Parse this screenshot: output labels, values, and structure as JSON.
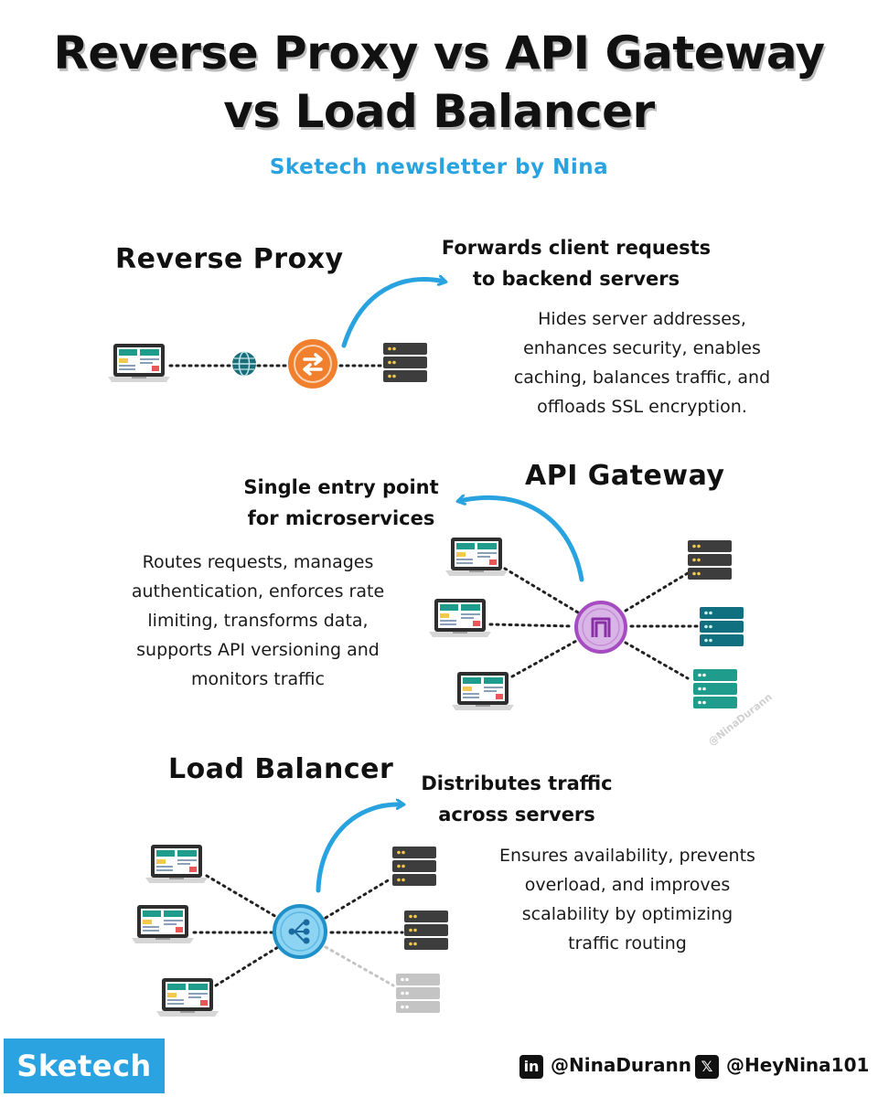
{
  "header": {
    "title_line1": "Reverse Proxy vs API Gateway",
    "title_line2": "vs Load Balancer",
    "subtitle": "Sketech newsletter by Nina"
  },
  "reverse_proxy": {
    "heading": "Reverse Proxy",
    "caption": [
      "Forwards client requests",
      "to backend servers"
    ],
    "description": [
      "Hides server addresses,",
      "enhances security, enables",
      "caching, balances traffic, and",
      "offloads SSL encryption."
    ],
    "icons": [
      "laptop-icon",
      "globe-icon",
      "reverse-proxy-icon",
      "server-icon"
    ]
  },
  "api_gateway": {
    "heading": "API Gateway",
    "caption": [
      "Single entry point",
      "for microservices"
    ],
    "description": [
      "Routes requests, manages",
      "authentication, enforces rate",
      "limiting, transforms data,",
      "supports API versioning and",
      "monitors traffic"
    ],
    "icons": [
      "laptop-icon",
      "api-gateway-icon",
      "server-icon"
    ]
  },
  "load_balancer": {
    "heading": "Load Balancer",
    "caption": [
      "Distributes traffic",
      "across servers"
    ],
    "description": [
      "Ensures availability, prevents",
      "overload, and improves",
      "scalability by optimizing",
      "traffic routing"
    ],
    "icons": [
      "laptop-icon",
      "load-balancer-icon",
      "server-icon"
    ]
  },
  "watermark": "@NinaDurann",
  "footer": {
    "brand": "Sketech",
    "linkedin_icon": "in",
    "linkedin_handle": "@NinaDurann",
    "x_icon": "𝕏",
    "x_handle": "@HeyNina101"
  },
  "colors": {
    "accent_blue": "#29a3e0",
    "proxy_orange": "#f07f2e",
    "gateway_purple": "#a64bc0",
    "server_dark": "#3d3d3d",
    "server_teal": "#11707f",
    "server_mint": "#1f9c8c",
    "server_gray": "#bdbdbd"
  }
}
